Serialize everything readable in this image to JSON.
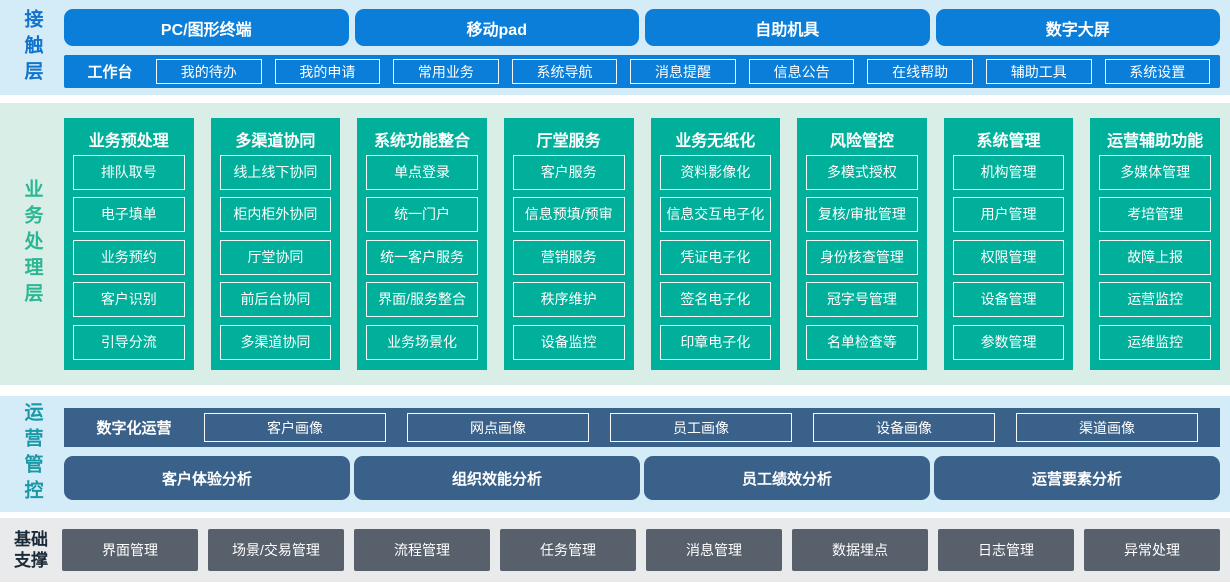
{
  "colors": {
    "accent_blue": "#0a7ed8",
    "teal_green": "#00b09a",
    "steel_blue": "#3a6189",
    "slate_gray": "#57606b",
    "bg_light_blue": "#d3ecf8",
    "bg_light_green": "#d8eee7",
    "bg_light_gray": "#e9eaec"
  },
  "contact_layer": {
    "label": "接触层",
    "devices": [
      "PC/图形终端",
      "移动pad",
      "自助机具",
      "数字大屏"
    ],
    "workbench": {
      "label": "工作台",
      "items": [
        "我的待办",
        "我的申请",
        "常用业务",
        "系统导航",
        "消息提醒",
        "信息公告",
        "在线帮助",
        "辅助工具",
        "系统设置"
      ]
    }
  },
  "business_layer": {
    "label": "业务处理层",
    "columns": [
      {
        "title": "业务预处理",
        "items": [
          "排队取号",
          "电子填单",
          "业务预约",
          "客户识别",
          "引导分流"
        ]
      },
      {
        "title": "多渠道协同",
        "items": [
          "线上线下协同",
          "柜内柜外协同",
          "厅堂协同",
          "前后台协同",
          "多渠道协同"
        ]
      },
      {
        "title": "系统功能整合",
        "items": [
          "单点登录",
          "统一门户",
          "统一客户服务",
          "界面/服务整合",
          "业务场景化"
        ]
      },
      {
        "title": "厅堂服务",
        "items": [
          "客户服务",
          "信息预填/预审",
          "营销服务",
          "秩序维护",
          "设备监控"
        ]
      },
      {
        "title": "业务无纸化",
        "items": [
          "资料影像化",
          "信息交互电子化",
          "凭证电子化",
          "签名电子化",
          "印章电子化"
        ]
      },
      {
        "title": "风险管控",
        "items": [
          "多模式授权",
          "复核/审批管理",
          "身份核查管理",
          "冠字号管理",
          "名单检查等"
        ]
      },
      {
        "title": "系统管理",
        "items": [
          "机构管理",
          "用户管理",
          "权限管理",
          "设备管理",
          "参数管理"
        ]
      },
      {
        "title": "运营辅助功能",
        "items": [
          "多媒体管理",
          "考培管理",
          "故障上报",
          "运营监控",
          "运维监控"
        ]
      }
    ]
  },
  "operations_layer": {
    "label": "运营管控",
    "digital_ops": {
      "label": "数字化运营",
      "items": [
        "客户画像",
        "网点画像",
        "员工画像",
        "设备画像",
        "渠道画像"
      ]
    },
    "analysis": [
      "客户体验分析",
      "组织效能分析",
      "员工绩效分析",
      "运营要素分析"
    ]
  },
  "foundation_layer": {
    "label": "基础支撑",
    "items": [
      "界面管理",
      "场景/交易管理",
      "流程管理",
      "任务管理",
      "消息管理",
      "数据埋点",
      "日志管理",
      "异常处理"
    ]
  }
}
